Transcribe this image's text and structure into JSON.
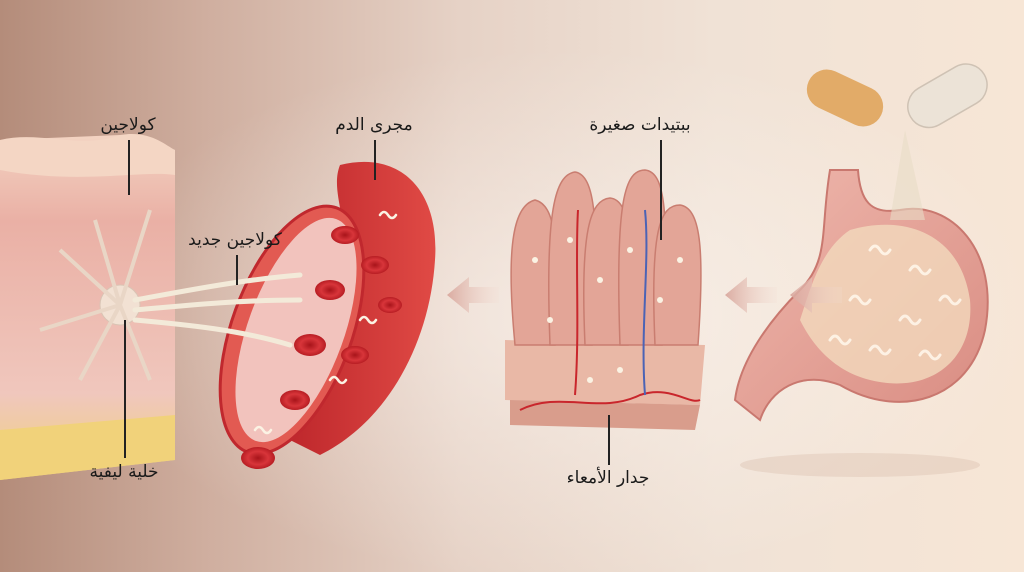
{
  "diagram": {
    "title": "",
    "direction": "right-to-left",
    "stages": [
      {
        "id": "stomach",
        "name": "stomach-with-capsule",
        "labels": []
      },
      {
        "id": "intestine",
        "name": "intestinal-villi",
        "labels": [
          "small_peptides",
          "intestinal_wall"
        ]
      },
      {
        "id": "blood",
        "name": "blood-vessel",
        "labels": [
          "bloodstream"
        ]
      },
      {
        "id": "skin",
        "name": "skin-cross-section",
        "labels": [
          "collagen",
          "new_collagen",
          "fibroblast"
        ]
      }
    ],
    "arrows": [
      {
        "from": "stomach",
        "to": "intestine",
        "count": 2
      },
      {
        "from": "intestine",
        "to": "blood",
        "count": 1
      }
    ]
  },
  "labels": {
    "collagen": "كولاجين",
    "new_collagen": "كولاجين جديد",
    "bloodstream": "مجرى الدم",
    "small_peptides": "ببتيدات صغيرة",
    "intestinal_wall": "جدار الأمعاء",
    "fibroblast": "خلية ليفية"
  },
  "colors": {
    "background_left": "#b48c7a",
    "background_right": "#f7e6d6",
    "blood_red": "#c8262c",
    "vessel_wall": "#d9534f",
    "skin_pink": "#eab6ad",
    "fat_yellow": "#f1d27a",
    "capsule_orange": "#e0a45c",
    "capsule_clear": "#e9e0d4",
    "arrow": "#d9aaa0",
    "label_text": "#1a1a1a"
  }
}
